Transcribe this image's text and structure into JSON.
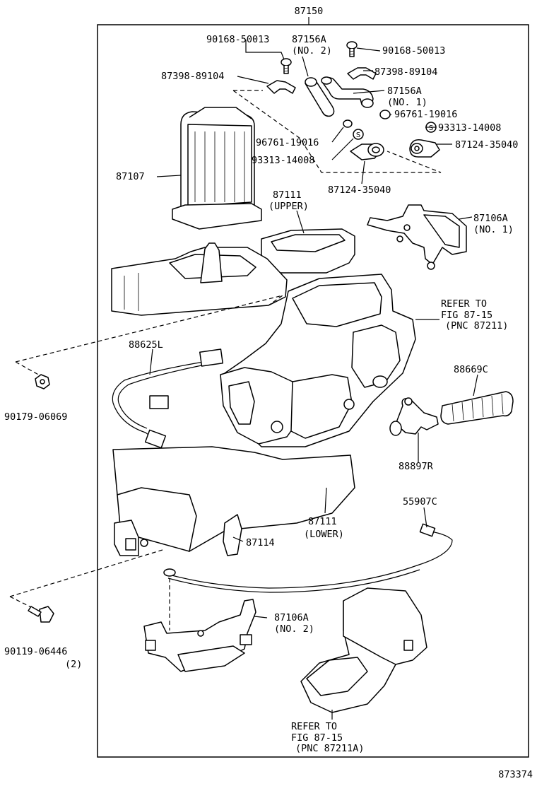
{
  "diagram": {
    "title": "87150",
    "footer_code": "873374",
    "labels": {
      "p90168_left": "90168-50013",
      "p87156a_no2_a": "87156A",
      "p87156a_no2_b": "(NO. 2)",
      "p90168_right": "90168-50013",
      "p87398_left": "87398-89104",
      "p87398_right": "87398-89104",
      "p87156a_no1_a": "87156A",
      "p87156a_no1_b": "(NO. 1)",
      "p96761_right": "96761-19016",
      "p93313_right": "93313-14008",
      "p96761_left": "96761-19016",
      "p93313_left": "93313-14008",
      "p87124_right": "87124-35040",
      "p87107": "87107",
      "p87124_bottom": "87124-35040",
      "p87111_upper_a": "87111",
      "p87111_upper_b": "(UPPER)",
      "p87106a_no1_a": "87106A",
      "p87106a_no1_b": "(NO. 1)",
      "refer1_a": "REFER TO",
      "refer1_b": "FIG 87-15",
      "refer1_c": "(PNC 87211)",
      "p88625l": "88625L",
      "p88669c": "88669C",
      "p90179": "90179-06069",
      "p88897r": "88897R",
      "p55907c": "55907C",
      "p87111_lower_a": "87111",
      "p87111_lower_b": "(LOWER)",
      "p87114": "87114",
      "p87106a_no2_a": "87106A",
      "p87106a_no2_b": "(NO. 2)",
      "p90119_a": "90119-06446",
      "p90119_b": "(2)",
      "refer2_a": "REFER TO",
      "refer2_b": "FIG 87-15",
      "refer2_c": "(PNC 87211A)"
    }
  }
}
